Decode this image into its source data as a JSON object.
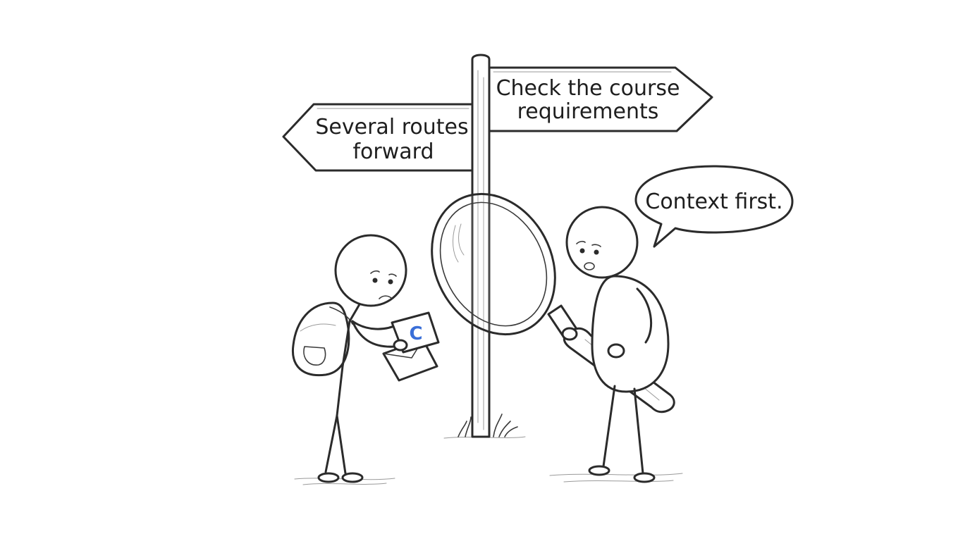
{
  "signs": {
    "left": {
      "lines": [
        "Several routes",
        "forward"
      ]
    },
    "right": {
      "lines": [
        "Check the course",
        "requirements"
      ]
    }
  },
  "speech_bubble": {
    "text": "Context first."
  },
  "letter": {
    "glyph": "C"
  },
  "colors": {
    "ink": "#2b2b2b",
    "letter_accent": "#3a6fd8",
    "background": "#ffffff"
  }
}
